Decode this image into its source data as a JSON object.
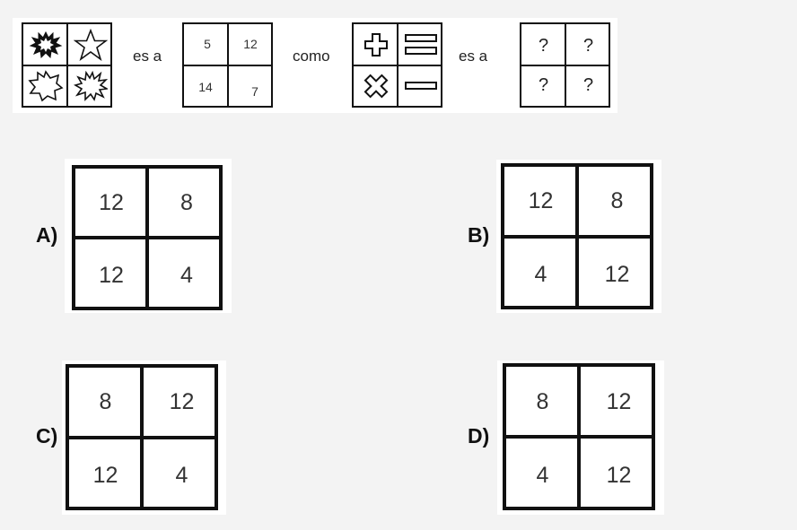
{
  "question": {
    "connector_1": "es a",
    "connector_2": "como",
    "connector_3": "es a",
    "grid_shapes": [
      "explosion-icon",
      "star-outline-icon",
      "star-burst-icon",
      "explosion-icon"
    ],
    "grid_numbers": [
      "5",
      "12",
      "14",
      "7"
    ],
    "grid_operators": [
      "plus-icon",
      "equals-icon",
      "times-icon",
      "minus-icon"
    ],
    "grid_unknown": [
      "?",
      "?",
      "?",
      "?"
    ]
  },
  "options": [
    {
      "label": "A)",
      "cells": [
        "12",
        "8",
        "12",
        "4"
      ]
    },
    {
      "label": "B)",
      "cells": [
        "12",
        "8",
        "4",
        "12"
      ]
    },
    {
      "label": "C)",
      "cells": [
        "8",
        "12",
        "12",
        "4"
      ]
    },
    {
      "label": "D)",
      "cells": [
        "8",
        "12",
        "4",
        "12"
      ]
    }
  ]
}
